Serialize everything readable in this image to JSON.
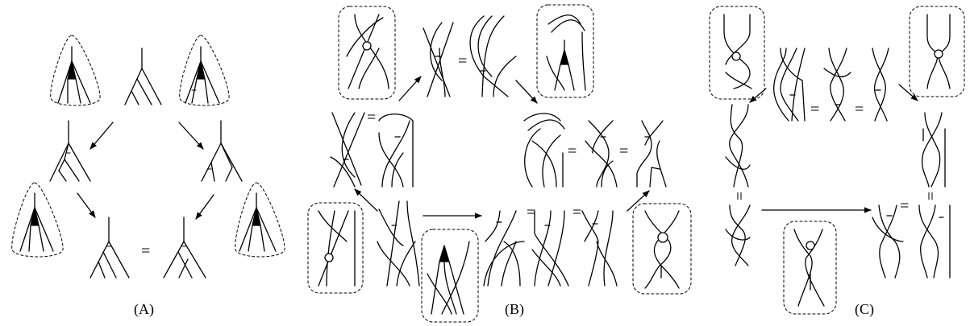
{
  "panels": [
    {
      "label": "(A)"
    },
    {
      "label": "(B)"
    },
    {
      "label": "(C)"
    }
  ],
  "symbols": {
    "equals": "=",
    "equals_vertical": "="
  }
}
